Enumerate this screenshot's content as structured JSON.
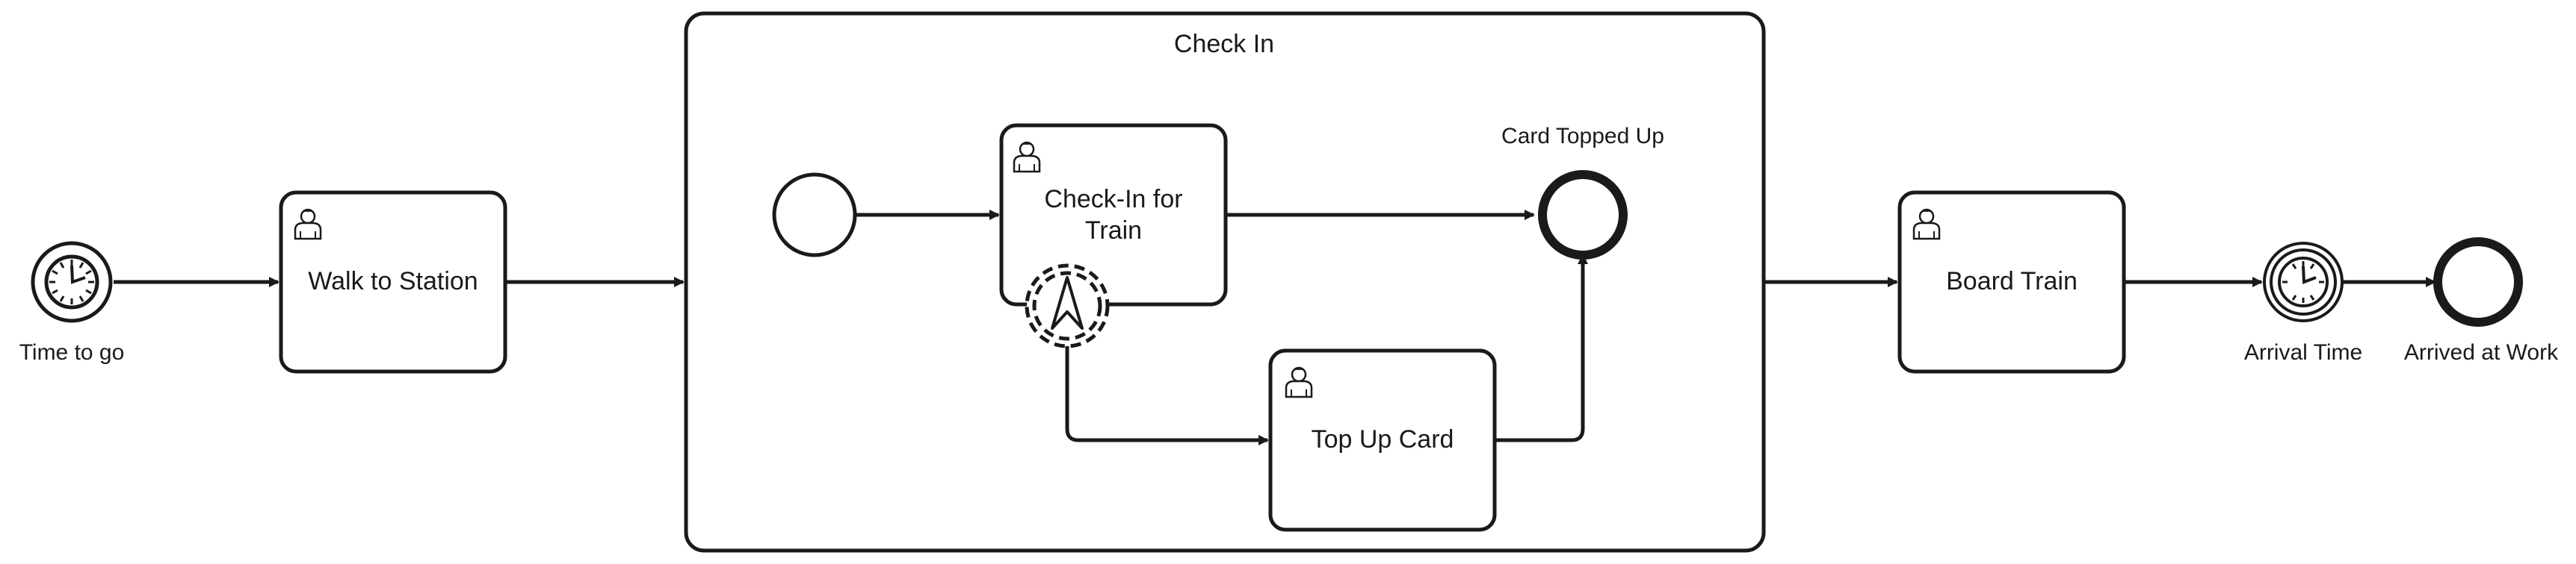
{
  "diagram": {
    "start_event_label": "Time to go",
    "task_walk_label": "Walk to Station",
    "subprocess_label": "Check In",
    "task_checkin_line1": "Check-In for",
    "task_checkin_line2": "Train",
    "end_card_label": "Card Topped Up",
    "task_topup_label": "Top Up Card",
    "task_board_label": "Board Train",
    "intermediate_event_label": "Arrival Time",
    "end_event_label": "Arrived at Work"
  },
  "colors": {
    "stroke": "#1a1a1a",
    "fill": "#ffffff"
  },
  "icons": [
    "timer-icon",
    "user-icon",
    "escalation-icon"
  ]
}
